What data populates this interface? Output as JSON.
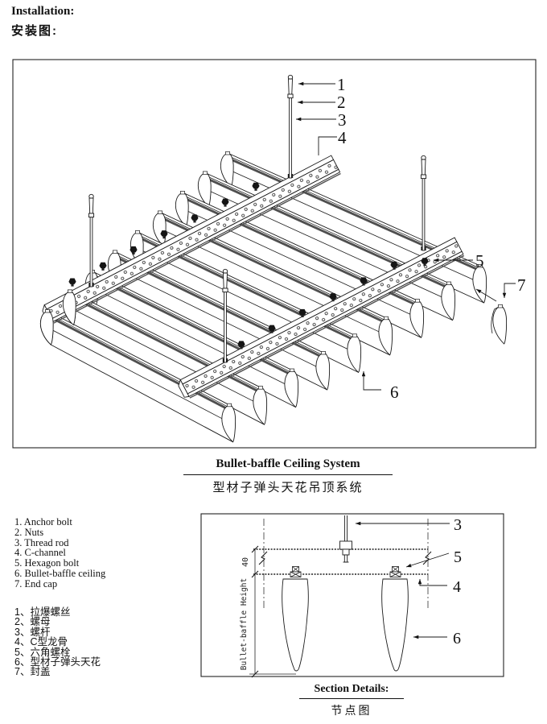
{
  "header": {
    "title_en": "Installation:",
    "title_zh": "安装图:"
  },
  "main_diagram": {
    "callouts": [
      "1",
      "2",
      "3",
      "4",
      "5",
      "6",
      "7"
    ],
    "caption_en": "Bullet-baffle Ceiling System",
    "caption_zh": "型材子弹头天花吊顶系统"
  },
  "legend_en": {
    "items": [
      "1. Anchor bolt",
      "2. Nuts",
      "3. Thread rod",
      "4. C-channel",
      "5. Hexagon bolt",
      "6. Bullet-baffle ceiling",
      "7. End cap"
    ]
  },
  "legend_zh": {
    "items": [
      "1、拉爆螺丝",
      "2、螺母",
      "3、螺杆",
      "4、C型龙骨",
      "5、六角螺栓",
      "6、型材子弹头天花",
      "7、封盖"
    ]
  },
  "section_diagram": {
    "callouts": [
      "3",
      "5",
      "4",
      "6"
    ],
    "dim_label": "40",
    "height_label": "Bullet-baffle Height",
    "caption_en": "Section Details:",
    "caption_zh": "节点图"
  },
  "colors": {
    "line": "#1a1a1a",
    "slot_accent": "#4f4f4f"
  }
}
